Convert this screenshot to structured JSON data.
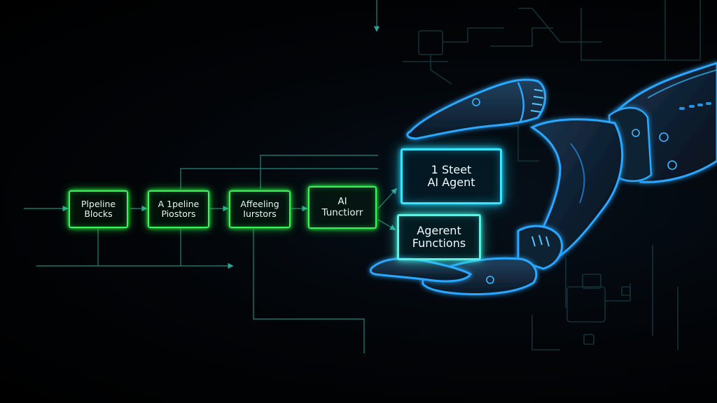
{
  "diagram": {
    "pipeline": [
      {
        "line1": "Plpeline",
        "line2": "Blocks"
      },
      {
        "line1": "A 1peline",
        "line2": "Piostors"
      },
      {
        "line1": "Affeeling",
        "line2": "Iurstors"
      },
      {
        "line1": "AI",
        "line2": "Tunctiorr"
      }
    ],
    "agent_boxes": [
      {
        "line1": "1 Steet",
        "line2": "AI Agent"
      },
      {
        "line1": "Agerent",
        "line2": "Functions"
      }
    ]
  },
  "colors": {
    "pipeline_glow": "#3df25a",
    "agent_glow": "#3ae6ff",
    "functions_glow": "#5ef0e3",
    "circuit_lines": "#1d6f63",
    "robot_edge": "#2aa8ff"
  },
  "icons": [
    "robotic-hand",
    "circuit-traces"
  ]
}
